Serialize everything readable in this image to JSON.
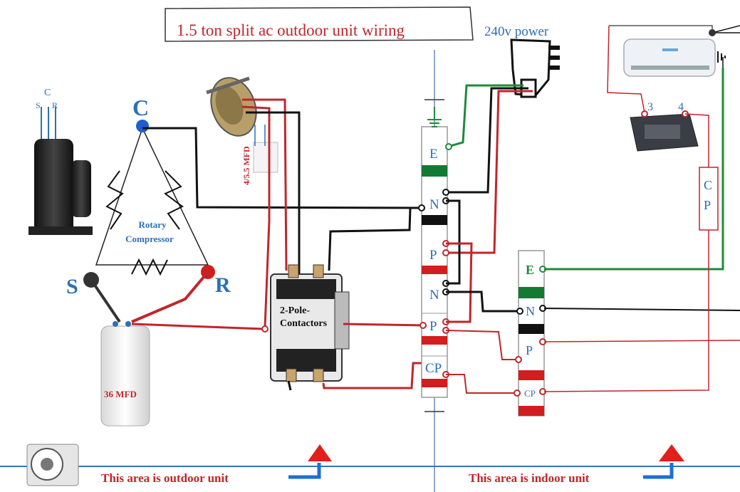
{
  "title": "1.5 ton split ac outdoor unit wiring",
  "power_label": "240v power",
  "compressor": {
    "terminal_c": "C",
    "terminal_s": "S",
    "terminal_r": "R",
    "name_line1": "Rotary",
    "name_line2": "Compressor",
    "photo_c": "C",
    "photo_s": "S",
    "photo_r": "R"
  },
  "fan_capacitor_label": "4/5.5 MFD",
  "run_capacitor_label": "36 MFD",
  "contactor": {
    "line1": "2-Pole-",
    "line2": "Contactors"
  },
  "outdoor_terminals": [
    "E",
    "N",
    "P",
    "N",
    "P",
    "CP"
  ],
  "indoor_terminals": [
    "E",
    "N",
    "P",
    "CP"
  ],
  "indoor_unit": {
    "terminal_3": "3",
    "terminal_4": "4",
    "cp_line1": "C",
    "cp_line2": "P"
  },
  "footer": {
    "outdoor_label": "This area is outdoor unit",
    "indoor_label": "This area is indoor unit"
  },
  "colors": {
    "title_red": "#c0262b",
    "blue_label": "#2e6fb5",
    "wire_black": "#111111",
    "wire_red": "#c0262b",
    "wire_green": "#1f8a3a",
    "divider_blue": "#3a73b8",
    "arrow_red": "#e0201b"
  },
  "icons": [
    "compressor-photo-icon",
    "fan-motor-icon",
    "capacitor-icon",
    "contactor-icon",
    "plug-icon",
    "indoor-unit-icon",
    "pcb-icon",
    "outdoor-unit-icon",
    "earth-icon"
  ]
}
